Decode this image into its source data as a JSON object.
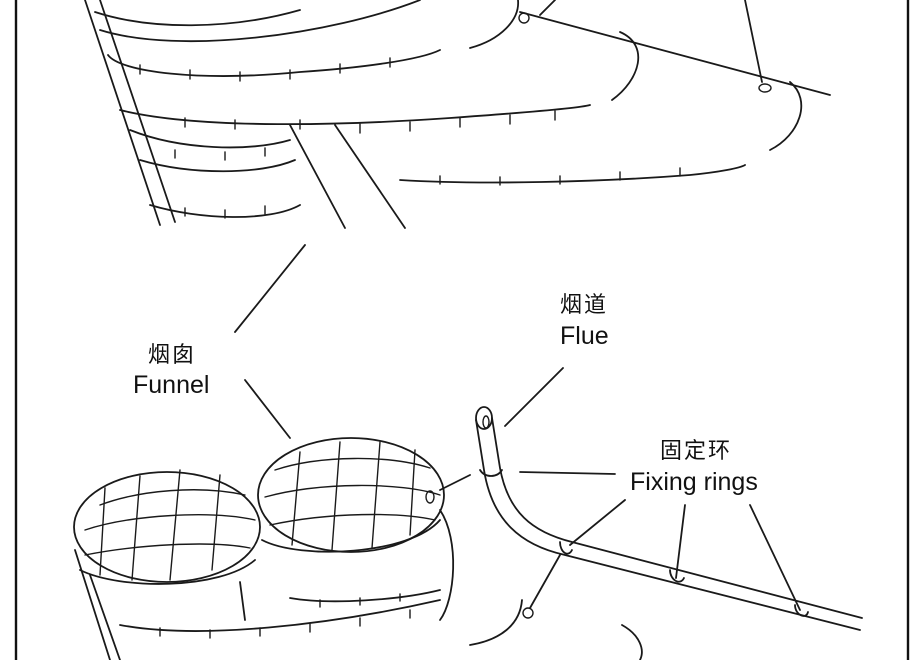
{
  "labels": {
    "funnel": {
      "cn": "烟囱",
      "en": "Funnel"
    },
    "flue": {
      "cn": "烟道",
      "en": "Flue"
    },
    "fixing_rings": {
      "cn": "固定环",
      "en": "Fixing rings"
    }
  }
}
